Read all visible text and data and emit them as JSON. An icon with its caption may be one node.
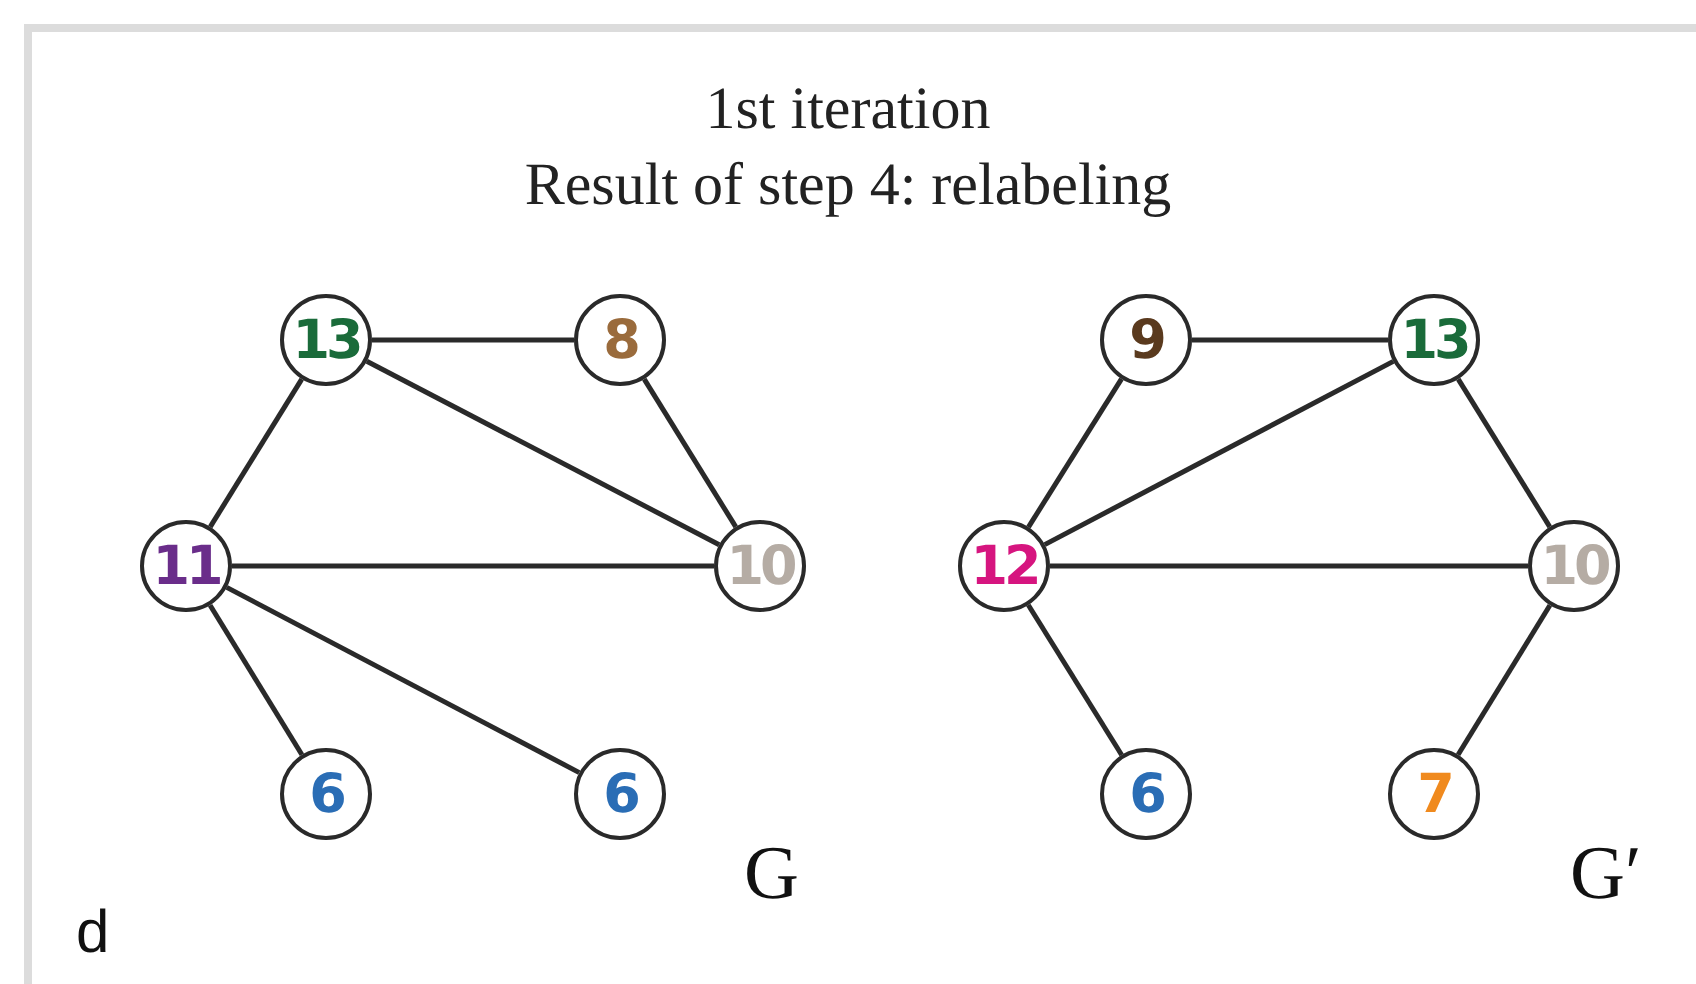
{
  "diagram": {
    "title": "1st iteration",
    "nodes": [
      {
        "text": [
          "13"
        ]
      },
      {
        "text": [
          "8"
        ]
      },
      {
        "text": [
          "11"
        ]
      },
      {
        "text": [
          "10"
        ]
      },
      {
        "text": [
          "6"
        ]
      },
      {
        "text": [
          "6"
        ]
      },
      {
        "text": [
          "9"
        ]
      },
      {
        "text": [
          "13"
        ]
      },
      {
        "text": [
          "12"
        ]
      },
      {
        "text": [
          "10"
        ]
      },
      {
        "text": [
          "6"
        ]
      },
      {
        "text": [
          "7"
        ]
      }
    ],
    "edges": [
      {
        "from": 0,
        "to": 1,
        "arrow": "none"
      },
      {
        "from": 0,
        "to": 2,
        "arrow": "none"
      },
      {
        "from": 0,
        "to": 3,
        "arrow": "none"
      },
      {
        "from": 1,
        "to": 3,
        "arrow": "none"
      },
      {
        "from": 2,
        "to": 3,
        "arrow": "none"
      },
      {
        "from": 2,
        "to": 4,
        "arrow": "none"
      },
      {
        "from": 2,
        "to": 5,
        "arrow": "none"
      },
      {
        "from": 6,
        "to": 7,
        "arrow": "none"
      },
      {
        "from": 6,
        "to": 8,
        "arrow": "none"
      },
      {
        "from": 7,
        "to": 8,
        "arrow": "none"
      },
      {
        "from": 7,
        "to": 9,
        "arrow": "none"
      },
      {
        "from": 8,
        "to": 9,
        "arrow": "none"
      },
      {
        "from": 8,
        "to": 10,
        "arrow": "none"
      },
      {
        "from": 9,
        "to": 11,
        "arrow": "none"
      }
    ],
    "labels": [
      "Result of step 4: relabeling",
      "G",
      "G′",
      "d"
    ]
  }
}
